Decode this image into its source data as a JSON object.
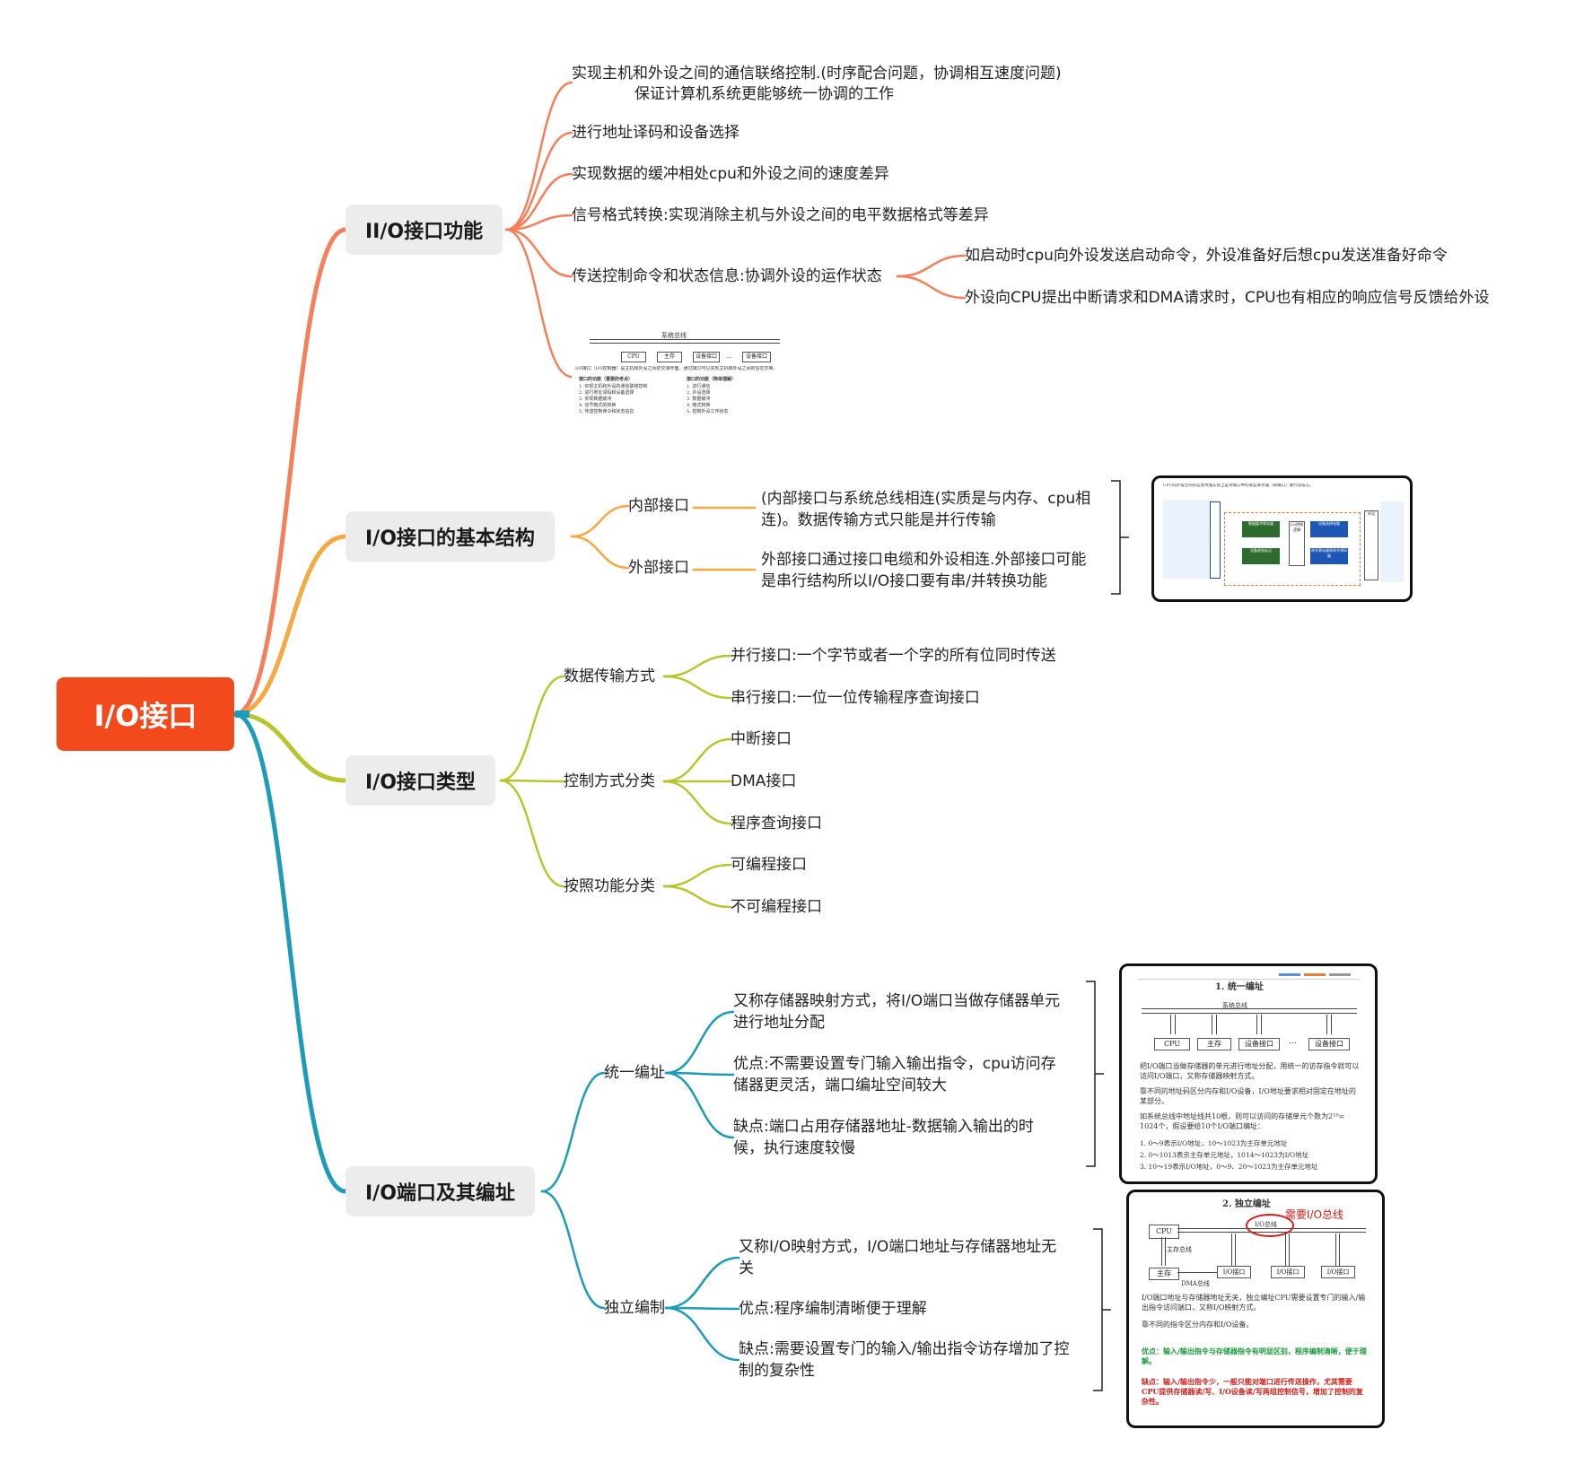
{
  "root": {
    "label": "I/O接口"
  },
  "branches": [
    {
      "label": "II/O接口功能",
      "color": "#f47f5a",
      "items": [
        {
          "text": "实现主机和外设之间的通信联络控制.(时序配合问题，协调相互速度问题)",
          "text2": "保证计算机系统更能够统一协调的工作"
        },
        {
          "text": "进行地址译码和设备选择"
        },
        {
          "text": "实现数据的缓冲相处cpu和外设之间的速度差异"
        },
        {
          "text": "信号格式转换:实现消除主机与外设之间的电平数据格式等差异"
        },
        {
          "text": "传送控制命令和状态信息:协调外设的运作状态",
          "children": [
            "如启动时cpu向外设发送启动命令，外设准备好后想cpu发送准备好命令",
            "外设向CPU提出中断请求和DMA请求时，CPU也有相应的响应信号反馈给外设"
          ]
        }
      ],
      "thumbnail": {
        "bus_title": "系统总线",
        "boxes": [
          "CPU",
          "主存",
          "设备接口",
          "…",
          "设备接口"
        ],
        "caption": "I/O接口（I/O控制器）是主机和外设之间的交接界面，通过接口可以实现主机和外设之间的信息交换。",
        "col1_title": "接口的功能（重要的考点）",
        "col1": [
          "1. 实现主机和外设的通信联络控制",
          "2. 进行地址译码和设备选择",
          "3. 实现数据缓冲",
          "4. 信号格式的转换",
          "5. 传送控制命令和状态信息"
        ],
        "col2_title": "接口的功能（简单理解）",
        "col2": [
          "1. 进行通信",
          "2. 外设选择",
          "3. 数据缓冲",
          "4. 格式转换",
          "5. 控制外设工作状态"
        ]
      }
    },
    {
      "label": "I/O接口的基本结构",
      "color": "#f6a842",
      "items": [
        {
          "label": "内部接口",
          "desc": "(内部接口与系统总线相连(实质是与内存、cpu相连)。数据传输方式只能是并行传输"
        },
        {
          "label": "外部接口",
          "desc": "外部接口通过接口电缆和外设相连.外部接口可能是串行结构所以I/O接口要有串/并转换功能"
        }
      ],
      "thumbnail": {
        "header": "CPU同外设之间的信息传送实际上是对接口中的某些寄存器（即端口）进行读或写。",
        "labels": [
          "数据缓冲寄存器",
          "设备选择电路",
          "设备状态标记",
          "命令寄存器和命令译码器",
          "I/O控制逻辑",
          "外设"
        ]
      }
    },
    {
      "label": "I/O接口类型",
      "color": "#b9c530",
      "groups": [
        {
          "label": "数据传输方式",
          "items": [
            "并行接口:一个字节或者一个字的所有位同时传送",
            "串行接口:一位一位传输程序查询接口"
          ]
        },
        {
          "label": "控制方式分类",
          "items": [
            "中断接口",
            "DMA接口",
            "程序查询接口"
          ]
        },
        {
          "label": "按照功能分类",
          "items": [
            "可编程接口",
            "不可编程接口"
          ]
        }
      ]
    },
    {
      "label": "I/O端口及其编址",
      "color": "#1e9bb8",
      "groups": [
        {
          "label": "统一编址",
          "items": [
            "又称存储器映射方式，将I/O端口当做存储器单元进行地址分配",
            "优点:不需要设置专门输入输出指令，cpu访问存储器更灵活，端口编址空间较大",
            "缺点:端口占用存储器地址-数据输入输出的时候，执行速度较慢"
          ]
        },
        {
          "label": "独立编制",
          "items": [
            "又称I/O映射方式，I/O端口地址与存储器地址无关",
            "优点:程序编制清晰便于理解",
            "缺点:需要设置专门的输入/输出指令访存增加了控制的复杂性"
          ]
        }
      ],
      "thumb_unified": {
        "title": "1. 统一编址",
        "bus": "系统总线",
        "boxes": [
          "CPU",
          "主存",
          "设备接口",
          "…",
          "设备接口"
        ],
        "p1": "把I/O端口当做存储器的单元进行地址分配，用统一的访存指令就可以访问I/O端口，又称存储器映射方式。",
        "p2": "靠不同的地址码区分内存和I/O设备，I/O地址要求相对固定在地址的某部分。",
        "p3": "如系统总线中地址线共10根，则可以访问的存储单元个数为2¹⁰= 1024个，假设要给10个I/O端口编址：",
        "l1": "1. 0～9表示I/O地址，10～1023为主存单元地址",
        "l2": "2. 0～1013表示主存单元地址，1014～1023为I/O地址",
        "l3": "3. 10～19表示I/O地址，0～9、20～1023为主存单元地址"
      },
      "thumb_independent": {
        "title": "2. 独立编址",
        "note": "需要I/O总线",
        "io_bus": "I/O总线",
        "main_bus": "主存总线",
        "dma_bus": "DMA总线",
        "boxes": [
          "CPU",
          "主存",
          "I/O接口",
          "I/O接口",
          "I/O接口"
        ],
        "p1": "I/O端口地址与存储器地址无关，独立编址CPU需要设置专门的输入/输出指令访问端口，又称I/O映射方式。",
        "p2": "靠不同的指令区分内存和I/O设备。",
        "pro": "优点：输入/输出指令与存储器指令有明显区别，程序编制清晰，便于理解。",
        "con": "缺点：输入/输出指令少，一般只能对端口进行传送操作，尤其需要CPU提供存储器读/写、I/O设备读/写两组控制信号，增加了控制的复杂性。"
      }
    }
  ]
}
